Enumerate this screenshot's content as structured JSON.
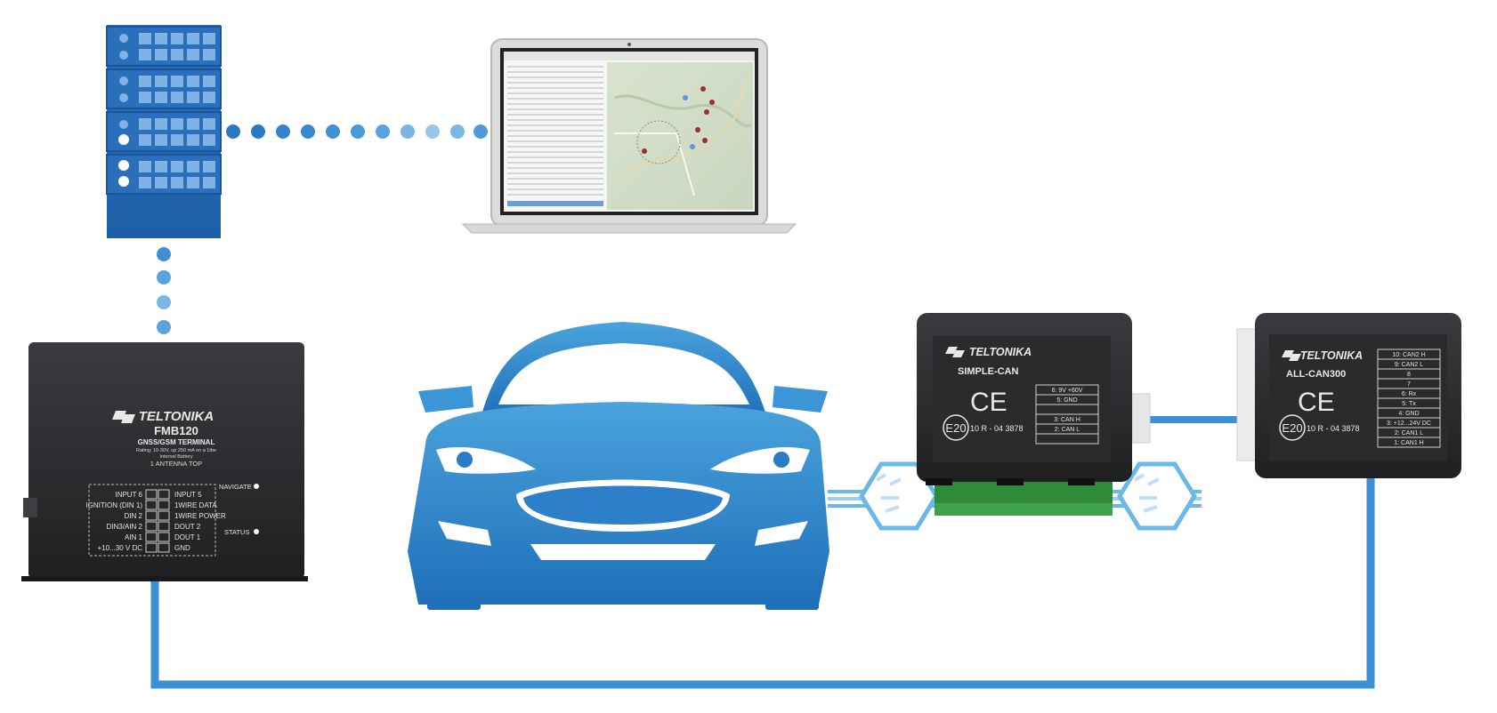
{
  "colors": {
    "blue": "#1e6fb8",
    "light_blue": "#62aee0",
    "dark_device": "#2c2d2f",
    "label_white": "#e8e8e8"
  },
  "fmb120": {
    "brand": "TELTONIKA",
    "model": "FMB120",
    "subtitle": "GNSS/GSM TERMINAL",
    "rating": "Rating: 10-30V, up 250 mA on a 1tbe",
    "battery": "Internal Battery",
    "antenna": "1 ANTENNA TOP",
    "pins_left": [
      "INPUT 6",
      "IGNITION (DIN 1)",
      "DIN 2",
      "DIN3/AIN 2",
      "AIN 1",
      "+10...30 V DC"
    ],
    "pins_right": [
      "INPUT 5",
      "1WIRE DATA",
      "1WIRE POWER",
      "DOUT 2",
      "DOUT 1",
      "GND"
    ],
    "navigate": "NAVIGATE",
    "status": "STATUS"
  },
  "simple_can": {
    "brand": "TELTONIKA",
    "model": "SIMPLE-CAN",
    "ce": "CE",
    "e_mark": "E20",
    "approval": "10 R - 04 3878",
    "pins": [
      "6: 9V +60V",
      "5: GND",
      "",
      "",
      "3: CAN H",
      "2: CAN L"
    ]
  },
  "all_can300": {
    "brand": "TELTONIKA",
    "model": "ALL-CAN300",
    "ce": "CE",
    "e_mark": "E20",
    "approval": "10 R - 04 3878",
    "pins": [
      "10: CAN2 H",
      "9: CAN2 L",
      "8",
      "7",
      "6: Rx",
      "5: Tx",
      "4: GND",
      "3: +12...24V DC",
      "2: CAN1 L",
      "1: CAN1 H"
    ]
  }
}
